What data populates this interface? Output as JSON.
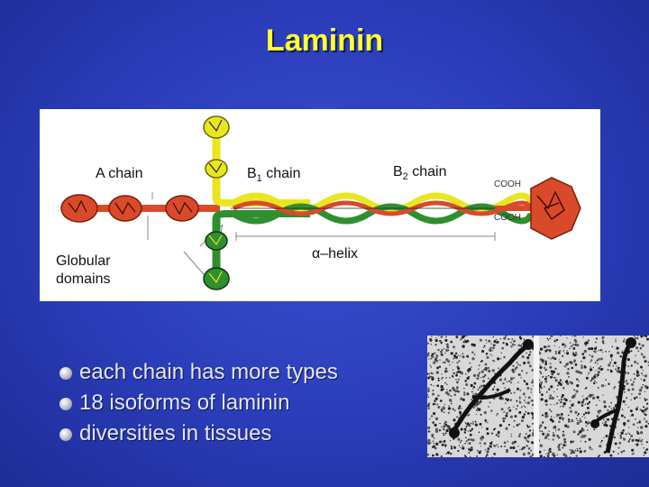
{
  "slide": {
    "title": "Laminin"
  },
  "diagram": {
    "labels": {
      "a_chain": "A chain",
      "b1_chain_main": "B",
      "b1_chain_sub": "1",
      "b1_chain_suffix": " chain",
      "b2_chain_main": "B",
      "b2_chain_sub": "2",
      "b2_chain_suffix": " chain",
      "alpha_helix": "α–helix",
      "globular_domains_line1": "Globular",
      "globular_domains_line2": "domains",
      "cooh_top": "COOH",
      "cooh_bottom": "COOH"
    },
    "colors": {
      "a_chain": "#d94a2a",
      "b1_chain": "#e8e61e",
      "b2_chain": "#2f8f2f"
    }
  },
  "bullets": [
    "each chain has more types",
    "18 isoforms of laminin",
    "diversities in tissues"
  ]
}
